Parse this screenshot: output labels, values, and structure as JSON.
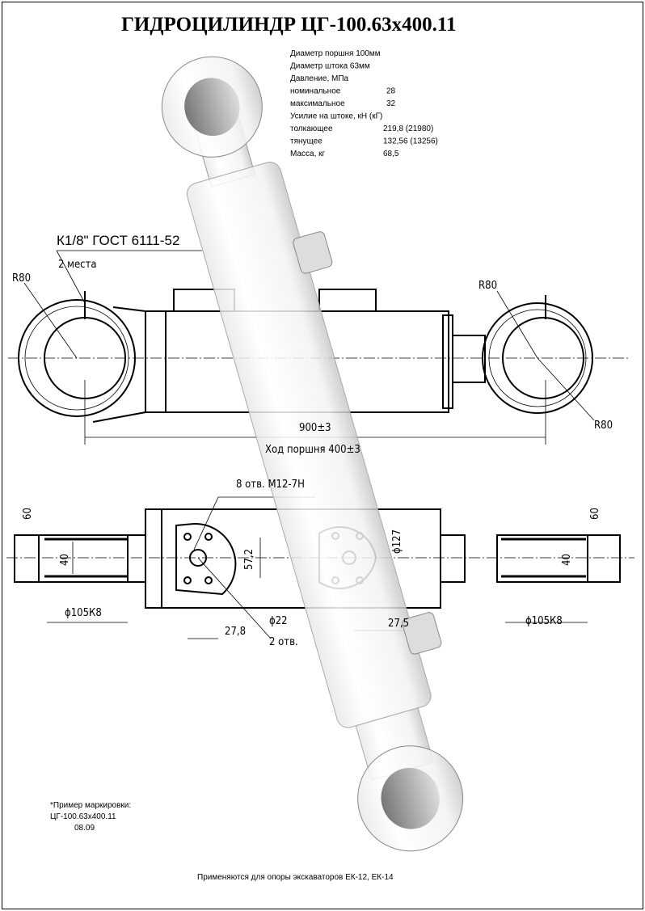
{
  "title": "ГИДРОЦИЛИНДР ЦГ-100.63х400.11",
  "specs": [
    {
      "label": "Диаметр поршня 100мм",
      "value": ""
    },
    {
      "label": "Диаметр штока 63мм",
      "value": ""
    },
    {
      "label": "Давление, МПа",
      "value": ""
    },
    {
      "label": "номинальное",
      "value": "28"
    },
    {
      "label": "максимальное",
      "value": "32"
    },
    {
      "label": "Усилие на штоке, кН (кГ)",
      "value": ""
    },
    {
      "label": "толкающее",
      "value": "219,8 (21980)"
    },
    {
      "label": "тянущее",
      "value": "132,56 (13256)"
    },
    {
      "label": "Масса, кг",
      "value": "68,5"
    }
  ],
  "top_view": {
    "port_label": "К1/8\" ГОСТ 6111-52",
    "port_count": "2 места",
    "radius_left": "R80",
    "radius_right_top": "R80",
    "radius_right_bottom": "R80",
    "length": "900±3",
    "stroke": "Ход поршня 400±3"
  },
  "bottom_view": {
    "holes": "8 отв. М12-7Н",
    "dim_60_left": "60",
    "dim_60_right": "60",
    "dim_40_left": "40",
    "dim_40_right": "40",
    "bore_left": "ϕ105К8",
    "bore_right": "ϕ105К8",
    "dim_57": "57,2",
    "dim_27_8": "27,8",
    "port_dia": "ϕ22",
    "port_count": "2 отв.",
    "dim_27_5": "27,5",
    "tube_dia": "ϕ127"
  },
  "marking": {
    "heading": "*Пример маркировки:",
    "code": "ЦГ-100.63х400.11",
    "date": "08.09"
  },
  "footer": "Применяются для опоры экскаваторов ЕК-12, ЕК-14"
}
